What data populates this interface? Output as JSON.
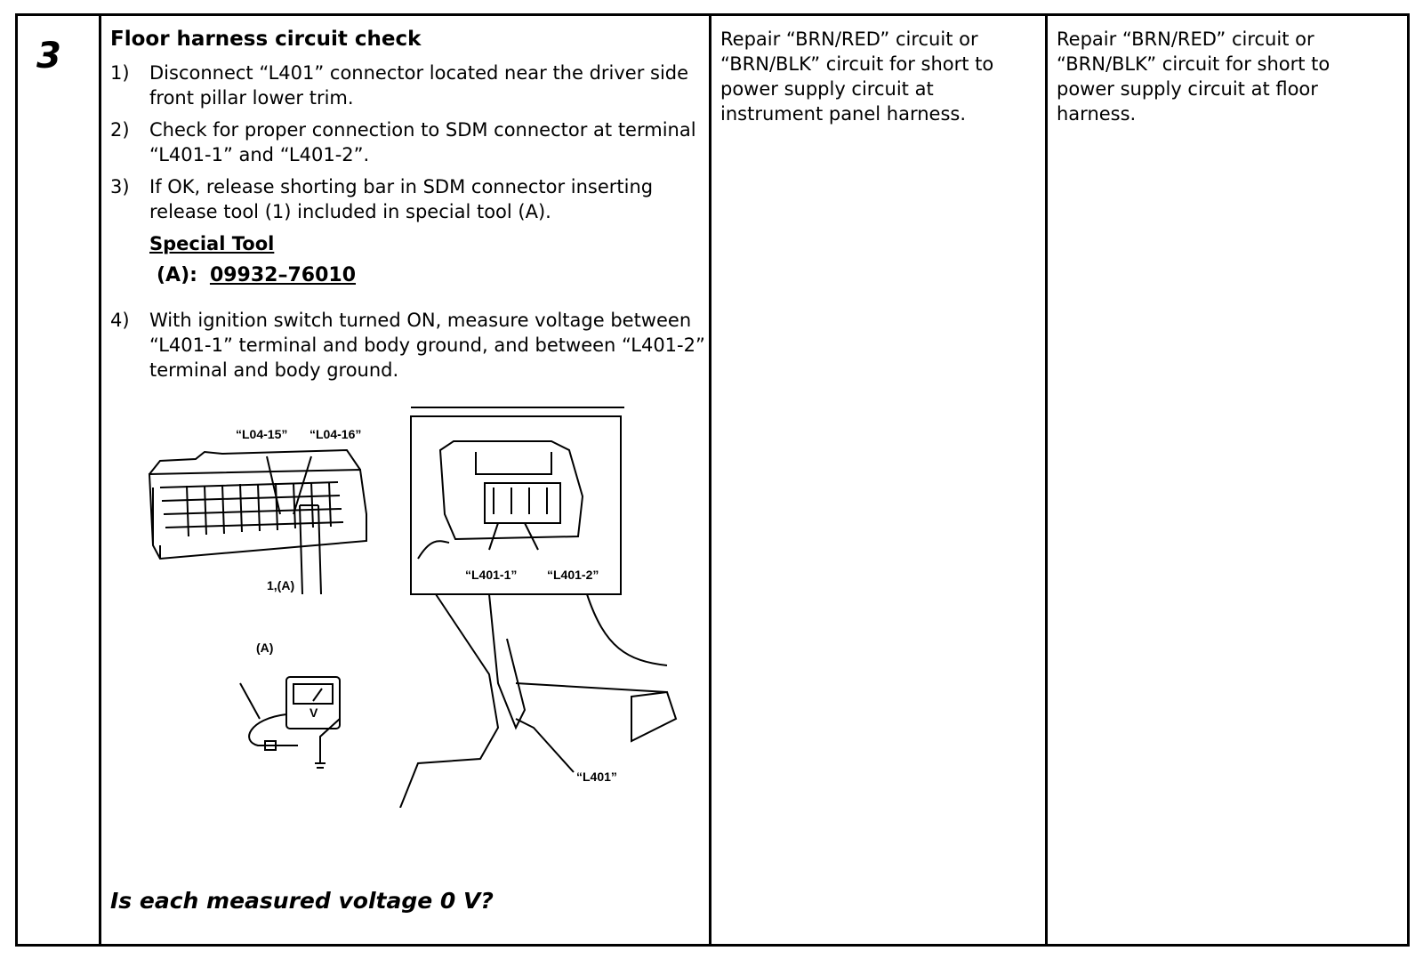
{
  "step": "3",
  "title": "Floor harness circuit check",
  "steps": [
    {
      "num": "1)",
      "text": "Disconnect “L401” connector located near the driver side front pillar lower trim."
    },
    {
      "num": "2)",
      "text": "Check for proper connection to SDM connector at terminal “L401-1” and “L401-2”."
    },
    {
      "num": "3)",
      "text": "If OK, release shorting bar in SDM connector inserting release tool (1) included in special tool (A)."
    },
    {
      "num": "4)",
      "text": "With ignition switch turned ON, measure voltage between “L401-1” terminal and body ground, and between “L401-2” terminal and body ground."
    }
  ],
  "special_tool": {
    "heading": "Special Tool",
    "label": "(A):",
    "code": "09932–76010"
  },
  "question": "Is each measured voltage 0 V?",
  "yes_action": "Repair “BRN/RED” circuit or “BRN/BLK” circuit for short to power supply circuit at instrument panel harness.",
  "no_action": "Repair “BRN/RED” circuit or “BRN/BLK” circuit for short to power supply circuit at floor harness.",
  "figure": {
    "l04_15": "“L04-15”",
    "l04_16": "“L04-16”",
    "tool_ref": "1,(A)",
    "a_ref": "(A)",
    "meter_v": "V",
    "l401_1": "“L401-1”",
    "l401_2": "“L401-2”",
    "l401": "“L401”"
  }
}
